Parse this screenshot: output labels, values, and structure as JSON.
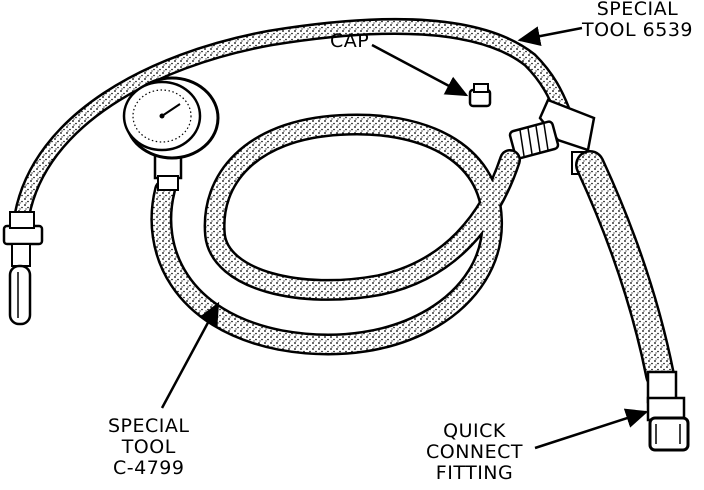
{
  "colors": {
    "ink": "#000000",
    "paper": "#ffffff"
  },
  "labels": {
    "tool_6539": {
      "line1": "SPECIAL",
      "line2": "TOOL 6539"
    },
    "cap": {
      "line1": "CAP"
    },
    "tool_c4799": {
      "line1": "SPECIAL",
      "line2": "TOOL",
      "line3": "C-4799"
    },
    "quick_connect": {
      "line1": "QUICK",
      "line2": "CONNECT",
      "line3": "FITTING"
    }
  }
}
